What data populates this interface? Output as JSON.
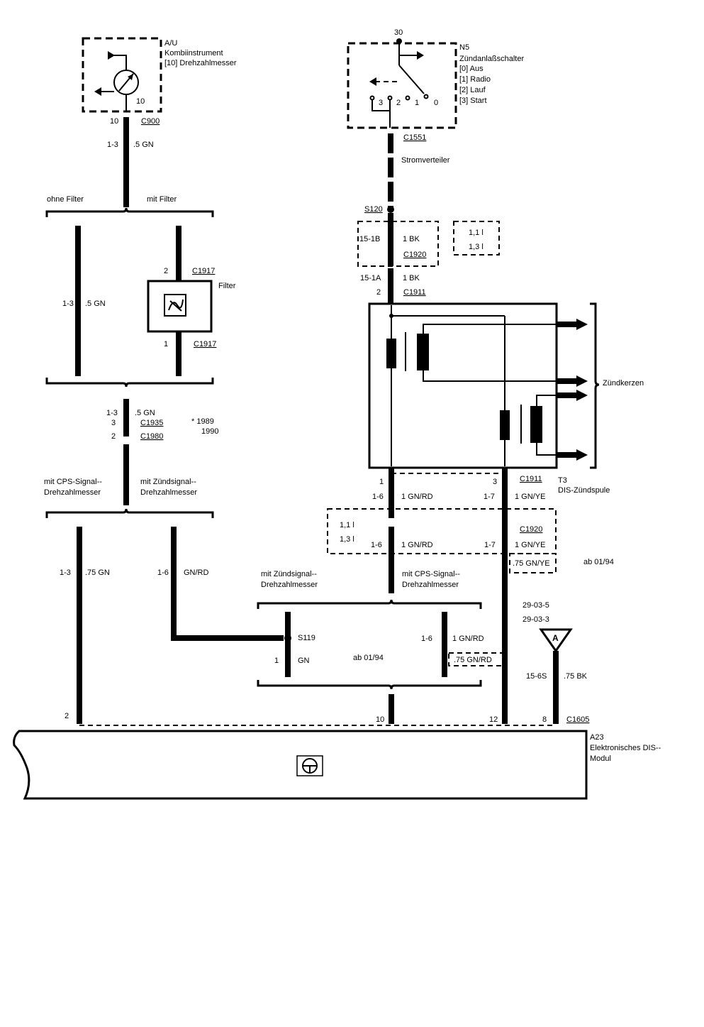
{
  "instrument": {
    "code": "A/U",
    "name": "Kombiinstrument",
    "function": "[10] Drehzahlmesser",
    "pin": "10",
    "pin_out": "10",
    "connector": "C900",
    "circuit": "1-3",
    "wire": ".5 GN"
  },
  "filter_section": {
    "without": "ohne Filter",
    "with": "mit Filter",
    "circuit": "1-3",
    "wire": ".5 GN",
    "filter_label": "Filter",
    "pin_top": "2",
    "conn_top": "C1917",
    "pin_bottom": "1",
    "conn_bottom": "C1917"
  },
  "mid_connectors": {
    "circuit": "1-3",
    "wire": ".5 GN",
    "pin_a": "3",
    "conn_a": "C1935",
    "star": "*",
    "year_a": "* 1989",
    "pin_b": "2",
    "conn_b": "C1980",
    "year_b": "1990"
  },
  "signal_choice": {
    "cps": "mit CPS-Signal--",
    "cps2": "Drehzahlmesser",
    "ign": "mit Zündsignal--",
    "ign2": "Drehzahlmesser",
    "left_circuit": "1-3",
    "left_wire": ".75 GN",
    "right_circuit": "1-6",
    "right_wire": "GN/RD"
  },
  "switch": {
    "terminal": "30",
    "code": "N5",
    "name": "Zündanlaßschalter",
    "pos0": "[0] Aus",
    "pos1": "[1] Radio",
    "pos2": "[2] Lauf",
    "pos3": "[3] Start",
    "n3": "3",
    "n2": "2",
    "n1": "1",
    "n0": "0",
    "connector": "C1551",
    "distributor": "Stromverteiler"
  },
  "power_feed": {
    "splice": "S120",
    "circuit_a": "15-1B",
    "wire_a": "1 BK",
    "conn_a": "C1920",
    "opt1": "1,1 l",
    "opt2": "1,3 l",
    "circuit_b": "15-1A",
    "wire_b": "1 BK",
    "pin": "2",
    "conn_b": "C1911"
  },
  "coil": {
    "code": "T3",
    "name": "DIS-Zündspule",
    "spark": "Zündkerzen",
    "pin1": "1",
    "pin3": "3",
    "conn": "C1911",
    "c1": "1-6",
    "w1": "1 GN/RD",
    "c2": "1-7",
    "w2": "1 GN/YE"
  },
  "engine_box": {
    "e1": "1,1 l",
    "e2": "1,3 l",
    "c1": "1-6",
    "w1": "1 GN/RD",
    "c2": "1-7",
    "w2": "1 GN/YE",
    "conn": "C1920",
    "alt": ".75 GN/YE",
    "since": "ab 01/94"
  },
  "lower_choice": {
    "ign": "mit Zündsignal--",
    "ign2": "Drehzahlmesser",
    "cps": "mit CPS-Signal--",
    "cps2": "Drehzahlmesser",
    "splice": "S119",
    "pin1": "1",
    "gn": "GN",
    "since": "ab 01/94",
    "c16": "1-6",
    "w16": "1 GN/RD",
    "alt": ".75 GN/RD"
  },
  "ground": {
    "ref1": "29-03-5",
    "ref2": "29-03-3",
    "symbol": "A",
    "circuit": "15-6S",
    "wire": ".75 BK"
  },
  "module": {
    "code": "A23",
    "name": "Elektronisches DIS--",
    "name2": "Modul",
    "pin2": "2",
    "pin10": "10",
    "pin12": "12",
    "pin8": "8",
    "conn": "C1605"
  }
}
